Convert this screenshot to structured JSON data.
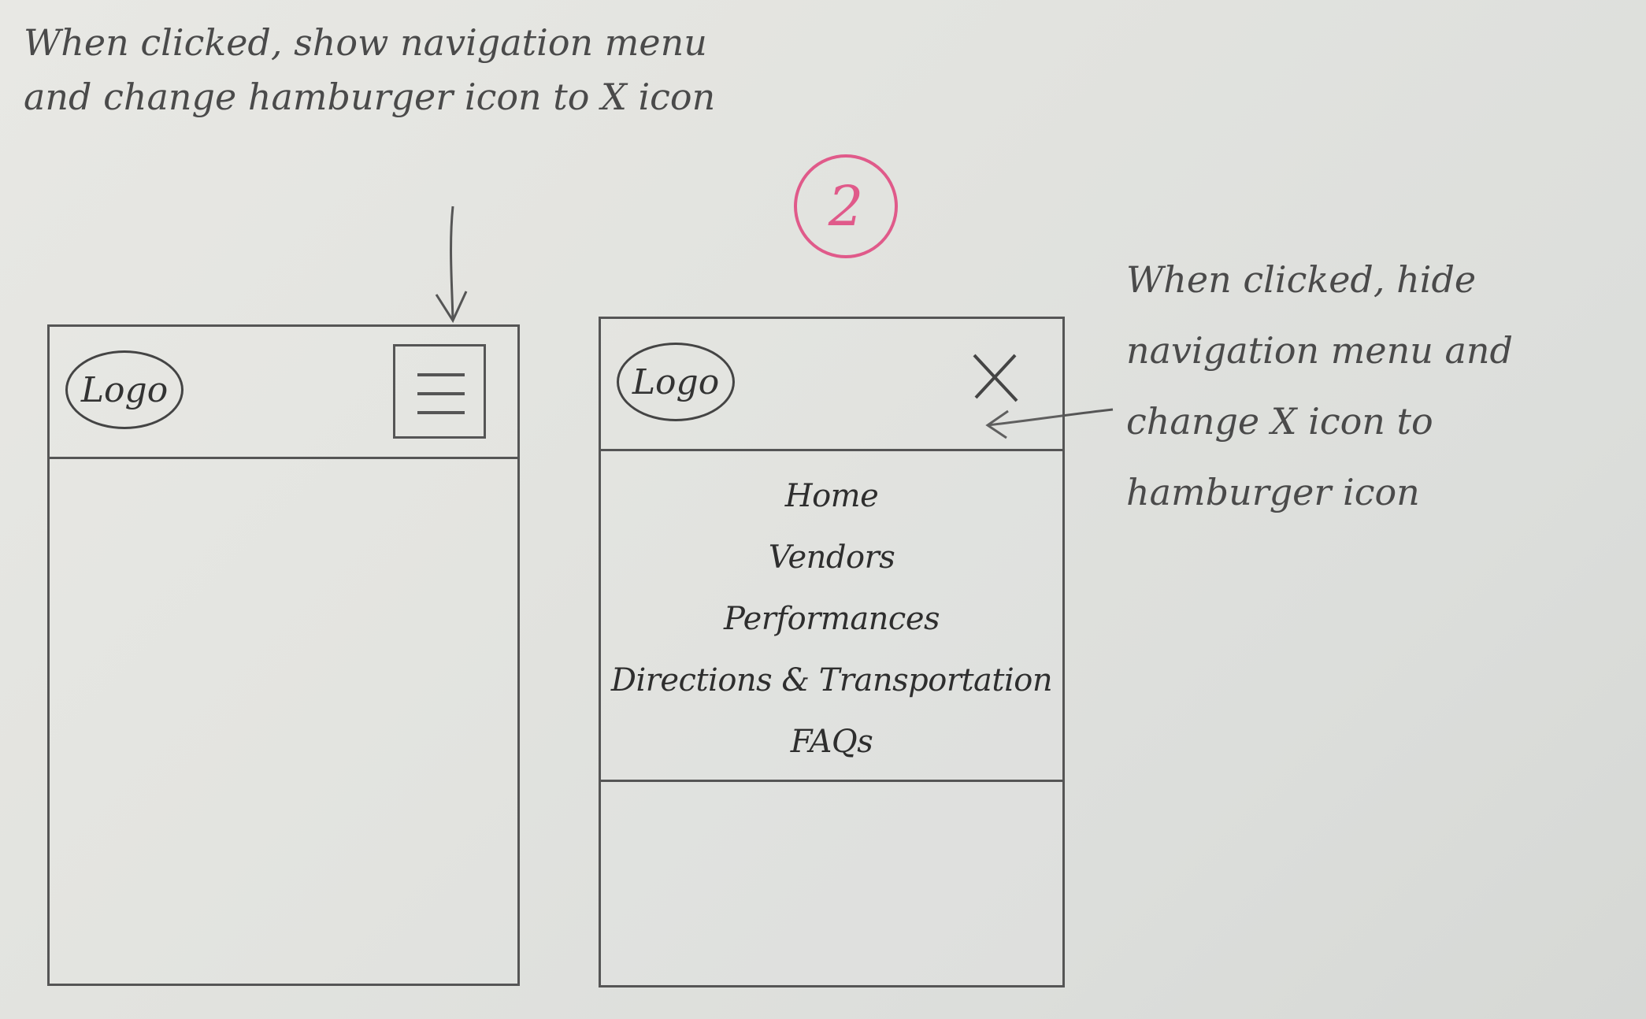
{
  "annotations": {
    "left_note": "When clicked, show navigation menu and change hamburger icon to X icon",
    "right_note": "When clicked, hide navigation menu and change X icon to hamburger icon",
    "step_number": "2"
  },
  "closed_state": {
    "logo_label": "Logo",
    "menu_icon": "hamburger-icon"
  },
  "open_state": {
    "logo_label": "Logo",
    "close_icon": "close-x-icon",
    "nav_items": [
      {
        "label": "Home"
      },
      {
        "label": "Vendors"
      },
      {
        "label": "Performances"
      },
      {
        "label": "Directions & Transportation"
      },
      {
        "label": "FAQs"
      }
    ]
  },
  "colors": {
    "paper": "#e2e3df",
    "pencil": "#555555",
    "step_badge": "#e05a8a"
  }
}
